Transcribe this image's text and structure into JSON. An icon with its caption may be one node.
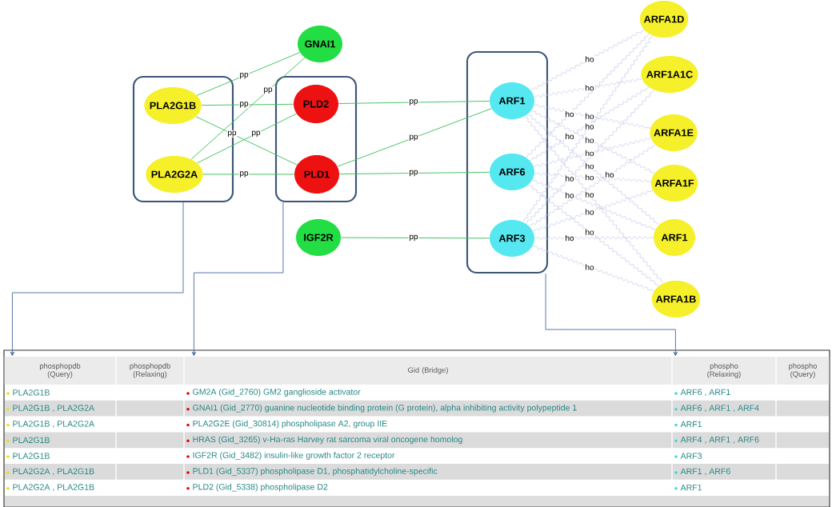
{
  "diagram": {
    "nodes": [
      {
        "text": [],
        "shape": "box"
      },
      {
        "text": [
          "PLA2G1B"
        ],
        "in": 0
      },
      {
        "text": [
          "PLA2G2A"
        ],
        "in": 0
      },
      {
        "text": [],
        "shape": "box"
      },
      {
        "text": [
          "PLD2"
        ],
        "in": 3
      },
      {
        "text": [
          "PLD1"
        ],
        "in": 3
      },
      {
        "text": [
          "GNAI1"
        ]
      },
      {
        "text": [
          "IGF2R"
        ]
      },
      {
        "text": [],
        "shape": "box"
      },
      {
        "text": [
          "ARF1"
        ],
        "in": 8
      },
      {
        "text": [
          "ARF6"
        ],
        "in": 8
      },
      {
        "text": [
          "ARF3"
        ],
        "in": 8
      },
      {
        "text": [
          "ARFA1D"
        ]
      },
      {
        "text": [
          "ARF1A1C"
        ]
      },
      {
        "text": [
          "ARFA1E"
        ]
      },
      {
        "text": [
          "ARFA1F"
        ]
      },
      {
        "text": [
          "ARF1"
        ]
      },
      {
        "text": [
          "ARFA1B"
        ]
      },
      {
        "text": [
          "phosphopdb (Query)"
        ]
      },
      {
        "text": [
          "phosphopdb (Relaxing)"
        ]
      },
      {
        "text": [
          "Gid (Bridge)"
        ]
      },
      {
        "text": [
          "phospho (Relaxing)"
        ]
      },
      {
        "text": [
          "phospho (Query)"
        ]
      }
    ],
    "edges": [
      {
        "from": 1,
        "to": 6,
        "arrow": "none",
        "label": "pp",
        "color": "#3cbf5a"
      },
      {
        "from": 1,
        "to": 4,
        "arrow": "none",
        "label": "pp",
        "color": "#3cbf5a"
      },
      {
        "from": 1,
        "to": 5,
        "arrow": "none",
        "label": "pp",
        "color": "#3cbf5a"
      },
      {
        "from": 2,
        "to": 6,
        "arrow": "none",
        "label": "pp",
        "color": "#3cbf5a"
      },
      {
        "from": 2,
        "to": 4,
        "arrow": "none",
        "label": "pp",
        "color": "#3cbf5a"
      },
      {
        "from": 2,
        "to": 5,
        "arrow": "none",
        "label": "pp",
        "color": "#3cbf5a"
      },
      {
        "from": 4,
        "to": 9,
        "arrow": "none",
        "label": "pp",
        "color": "#3cbf5a"
      },
      {
        "from": 5,
        "to": 9,
        "arrow": "none",
        "label": "pp",
        "color": "#3cbf5a"
      },
      {
        "from": 5,
        "to": 10,
        "arrow": "none",
        "label": "pp",
        "color": "#3cbf5a"
      },
      {
        "from": 7,
        "to": 11,
        "arrow": "none",
        "label": "pp",
        "color": "#3cbf5a"
      },
      {
        "from": 9,
        "to": 12,
        "arrow": "none",
        "label": "ho"
      },
      {
        "from": 9,
        "to": 13,
        "arrow": "none",
        "label": "ho"
      },
      {
        "from": 9,
        "to": 14,
        "arrow": "none",
        "label": "ho"
      },
      {
        "from": 9,
        "to": 15,
        "arrow": "none",
        "label": "ho"
      },
      {
        "from": 9,
        "to": 16,
        "arrow": "none",
        "label": "ho"
      },
      {
        "from": 9,
        "to": 17,
        "arrow": "none",
        "label": "ho"
      },
      {
        "from": 10,
        "to": 12,
        "arrow": "none",
        "label": "ho"
      },
      {
        "from": 10,
        "to": 13,
        "arrow": "none",
        "label": "ho"
      },
      {
        "from": 10,
        "to": 14,
        "arrow": "none",
        "label": "ho"
      },
      {
        "from": 10,
        "to": 15,
        "arrow": "none",
        "label": "ho"
      },
      {
        "from": 10,
        "to": 16,
        "arrow": "none",
        "label": "ho"
      },
      {
        "from": 10,
        "to": 17,
        "arrow": "none",
        "label": "ho"
      },
      {
        "from": 11,
        "to": 12,
        "arrow": "none",
        "label": "ho"
      },
      {
        "from": 11,
        "to": 13,
        "arrow": "none",
        "label": "ho"
      },
      {
        "from": 11,
        "to": 14,
        "arrow": "none",
        "label": "ho"
      },
      {
        "from": 11,
        "to": 15,
        "arrow": "none",
        "label": "ho"
      },
      {
        "from": 11,
        "to": 16,
        "arrow": "none",
        "label": "ho"
      },
      {
        "from": 11,
        "to": 17,
        "arrow": "none",
        "label": "ho"
      },
      {
        "from": 0,
        "to": 18,
        "arrow": "to",
        "color": "#4a6fa5"
      },
      {
        "from": 3,
        "to": 20,
        "arrow": "to",
        "color": "#4a6fa5"
      },
      {
        "from": 8,
        "to": 21,
        "arrow": "to",
        "color": "#4a6fa5"
      }
    ],
    "labels": [
      "PLA2G1B",
      "GM2A (Gid_2760) GM2 ganglioside activator",
      "ARF6 , ARF1",
      "PLA2G1B , PLA2G2A",
      "GNAI1 (Gid_2770) guanine nucleotide binding protein (G protein), alpha inhibiting activity polypeptide 1",
      "ARF6 , ARF1 , ARF4",
      "PLA2G1B , PLA2G2A",
      "PLA2G2E (Gid_30814) phospholipase A2, group IIE",
      "ARF1",
      "PLA2G1B",
      "HRAS (Gid_3265) v-Ha-ras Harvey rat sarcoma viral oncogene homolog",
      "ARF4 , ARF1 , ARF6",
      "PLA2G1B",
      "IGF2R (Gid_3482) insulin-like growth factor 2 receptor",
      "ARF3",
      "PLA2G2A , PLA2G1B",
      "PLD1 (Gid_5337) phospholipase D1, phosphatidylcholine-specific",
      "ARF1 , ARF6",
      "PLA2G2A , PLA2G1B",
      "PLD2 (Gid_5338) phospholipase D2",
      "ARF1"
    ]
  }
}
